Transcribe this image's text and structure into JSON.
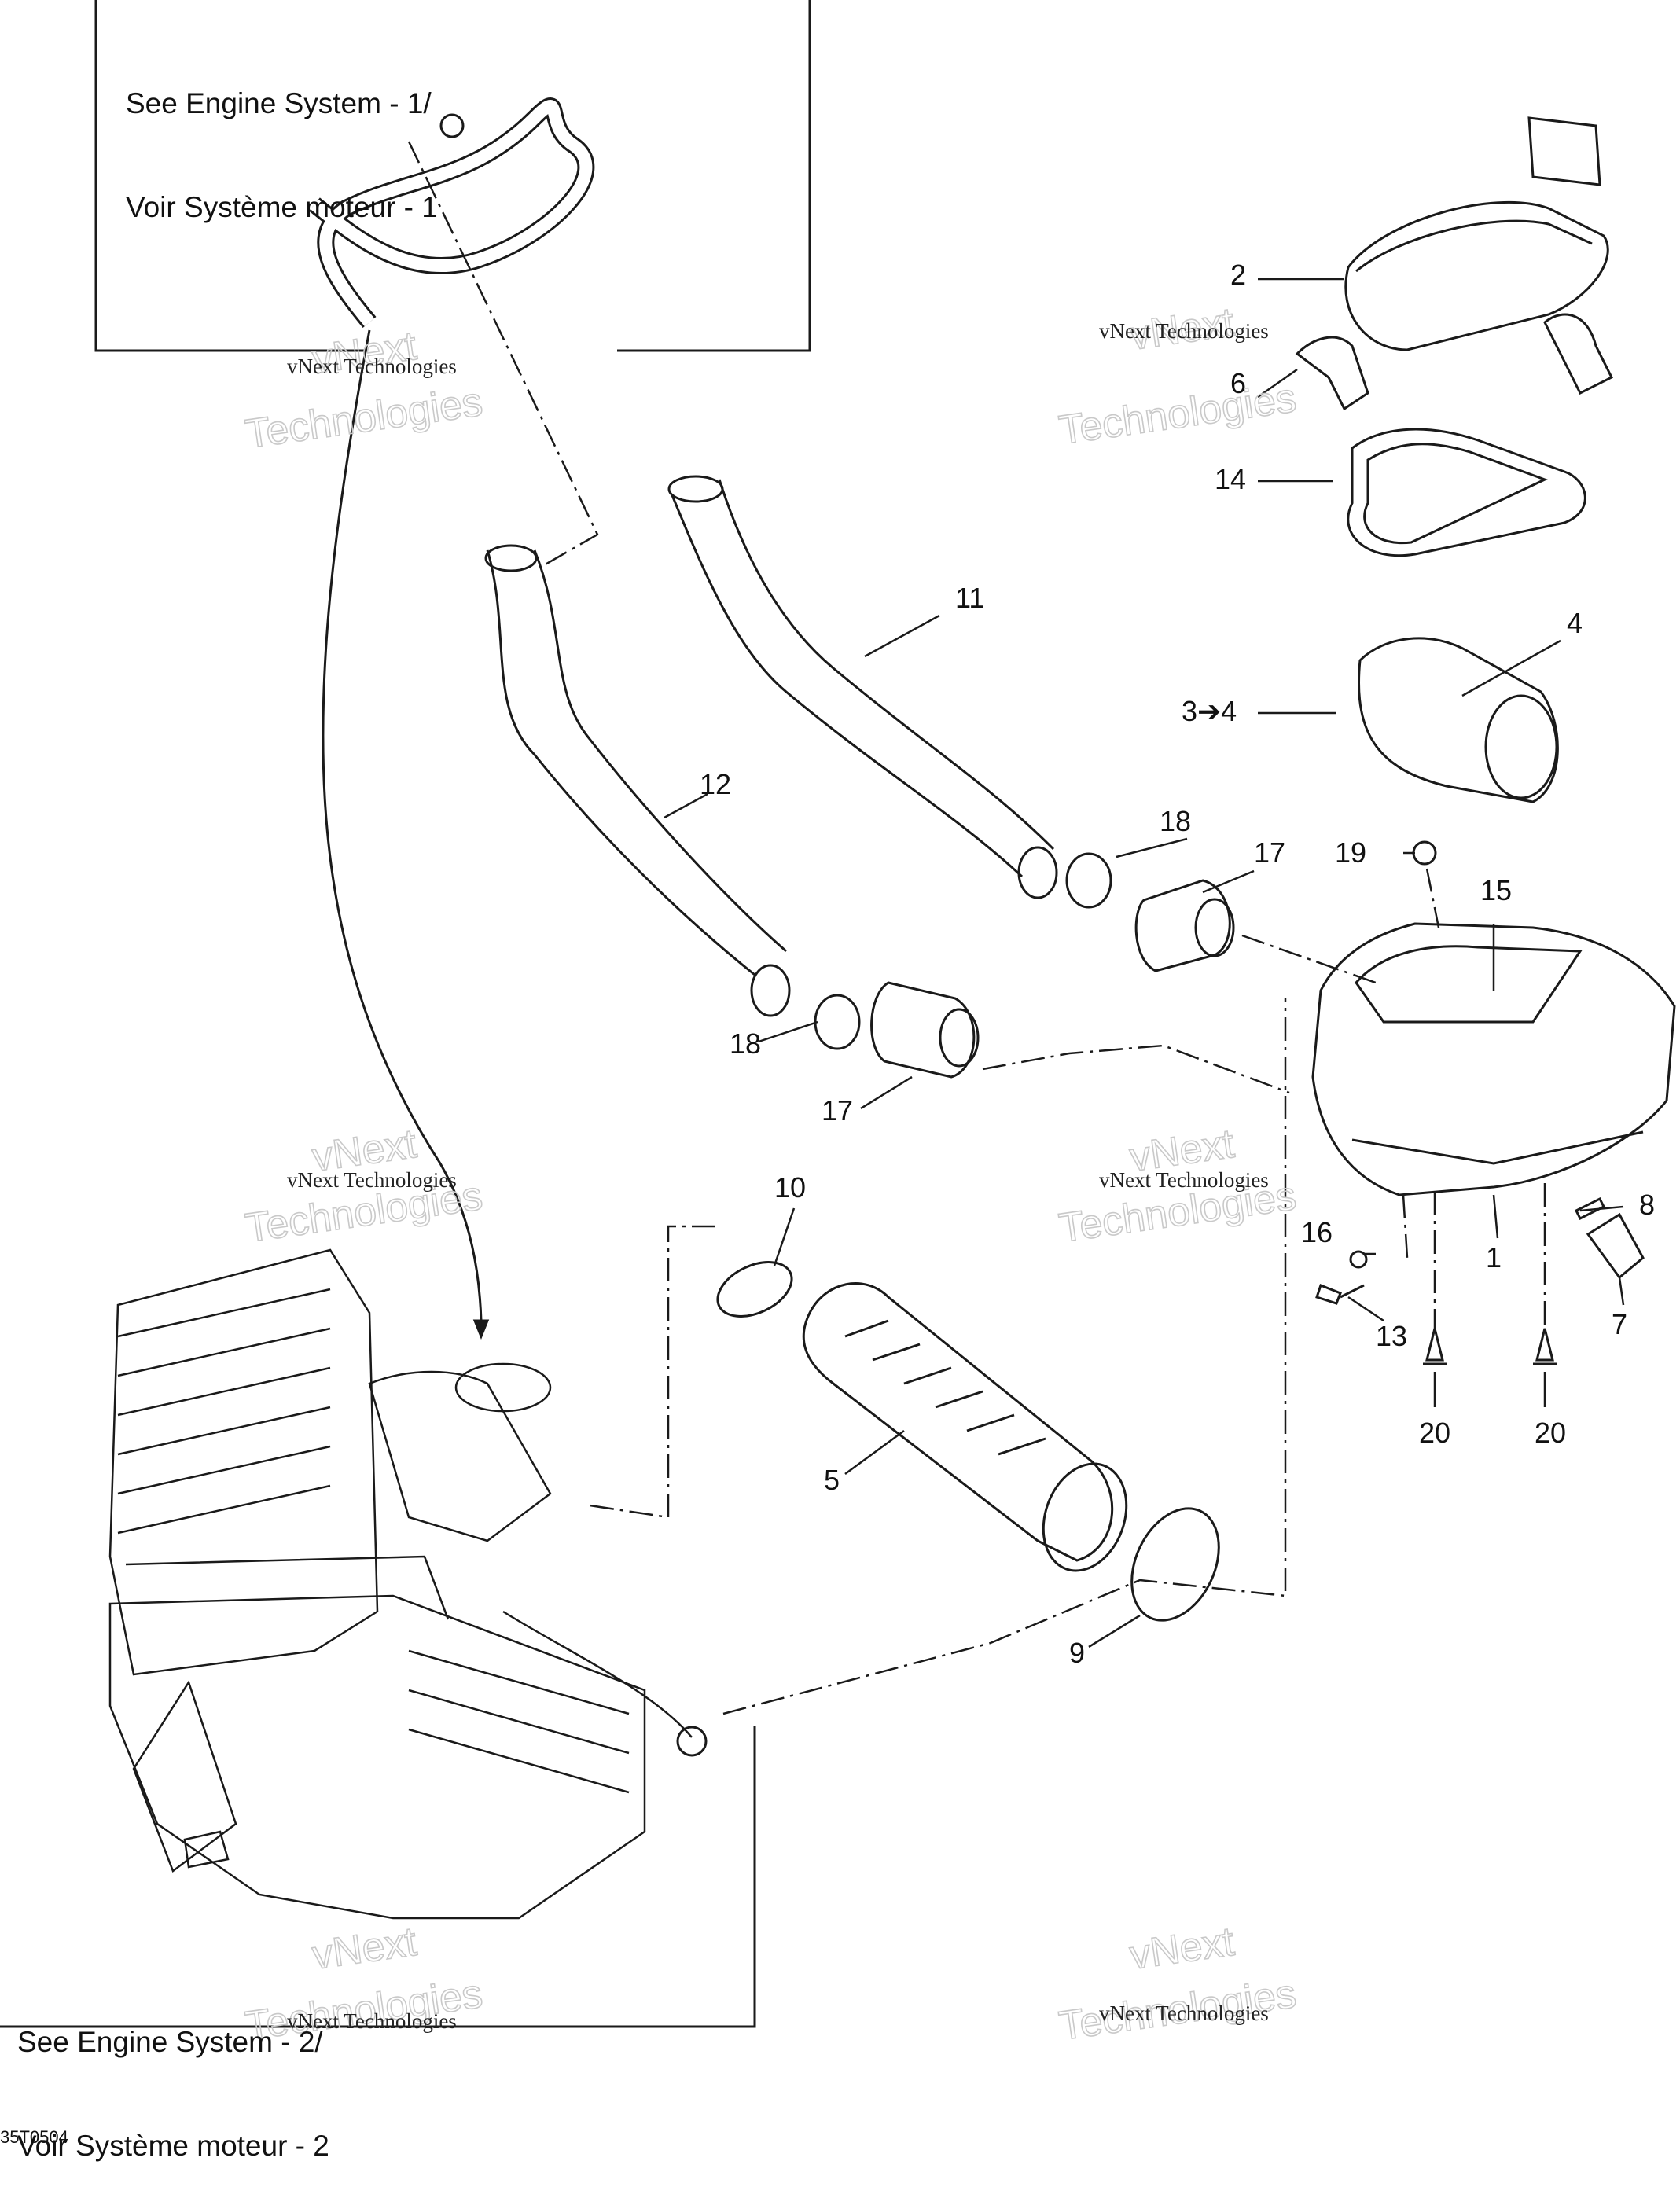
{
  "notes": {
    "engine_system_1_en": "See Engine System - 1/",
    "engine_system_1_fr": "Voir Système moteur - 1",
    "engine_system_2_en": "See Engine System - 2/",
    "engine_system_2_fr": "Voir Système moteur - 2"
  },
  "callouts": {
    "c1": "1",
    "c2": "2",
    "c34": "3➔4",
    "c4": "4",
    "c5": "5",
    "c6": "6",
    "c7": "7",
    "c8": "8",
    "c9": "9",
    "c10": "10",
    "c11": "11",
    "c12": "12",
    "c13": "13",
    "c14": "14",
    "c15": "15",
    "c16": "16",
    "c17a": "17",
    "c17b": "17",
    "c18a": "18",
    "c18b": "18",
    "c19": "19",
    "c20a": "20",
    "c20b": "20"
  },
  "watermark": {
    "line1": "vNext Technologies",
    "line2a": "vNext",
    "line2b": "Technologies"
  },
  "drawing_code": "35T0504",
  "colors": {
    "line": "#1a1a1a",
    "watermark": "#c9c9c9"
  }
}
